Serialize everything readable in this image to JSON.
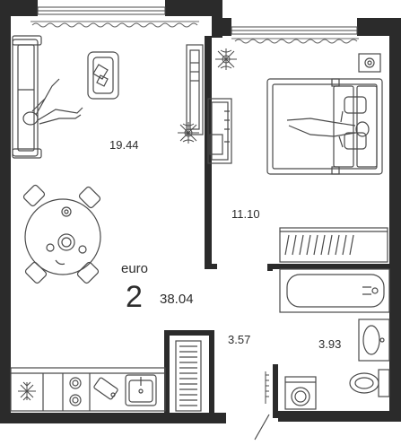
{
  "plan": {
    "unit_type": "euro",
    "room_count": "2",
    "total_area": "38.04"
  },
  "rooms": {
    "living": {
      "area": "19.44"
    },
    "bedroom": {
      "area": "11.10"
    },
    "hall": {
      "area": "3.57"
    },
    "bathroom": {
      "area": "3.93"
    }
  },
  "colors": {
    "wall": "#2b2b2b",
    "line": "#4a4a4a",
    "background": "#ffffff"
  },
  "icons": [
    "window-icon",
    "sofa-icon",
    "person-icon",
    "dining-table-icon",
    "plant-icon",
    "tv-stand-icon",
    "bed-icon",
    "radiator-icon",
    "bathtub-icon",
    "sink-icon",
    "toilet-icon",
    "washing-machine-icon",
    "kitchen-counter-icon",
    "stove-icon",
    "door-icon"
  ]
}
